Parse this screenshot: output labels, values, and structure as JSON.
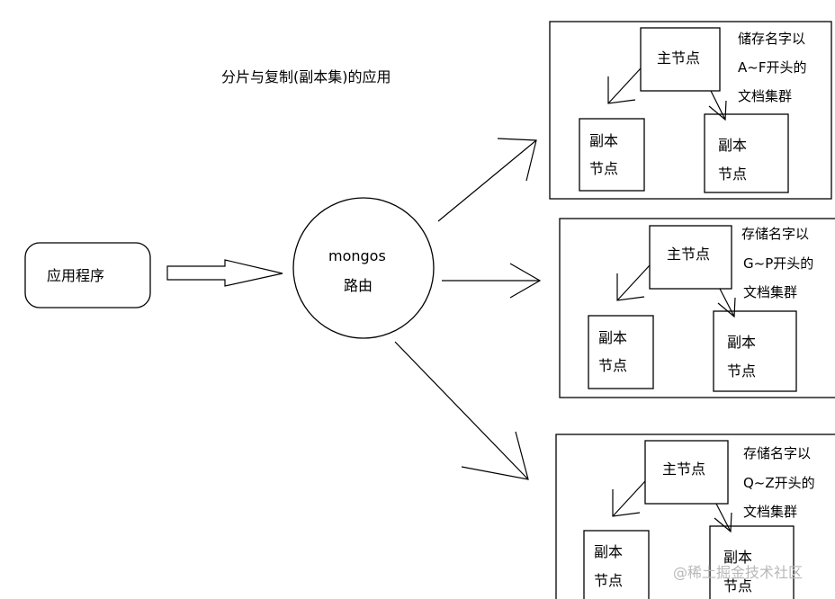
{
  "title": "分片与复制(副本集)的应用",
  "app_node": "应用程序",
  "router": {
    "line1": "mongos",
    "line2": "路由"
  },
  "shards": [
    {
      "primary": "主节点",
      "secondary_line1": "副本",
      "secondary_line2": "节点",
      "desc_line1": "储存名字以",
      "desc_line2": "A~F开头的",
      "desc_line3": "文档集群"
    },
    {
      "primary": "主节点",
      "secondary_line1": "副本",
      "secondary_line2": "节点",
      "desc_line1": "存储名字以",
      "desc_line2": "G~P开头的",
      "desc_line3": "文档集群"
    },
    {
      "primary": "主节点",
      "secondary_line1": "副本",
      "secondary_line2": "节点",
      "desc_line1": "存储名字以",
      "desc_line2": "Q~Z开头的",
      "desc_line3": "文档集群"
    }
  ],
  "watermark": "@稀土掘金技术社区"
}
